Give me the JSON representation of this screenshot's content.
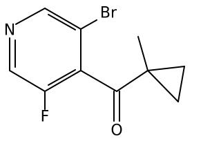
{
  "colors": {
    "bond": "#000000",
    "label": "#000000",
    "background": "#ffffff"
  },
  "atoms": {
    "nitrogen": "N",
    "bromine": "Br",
    "fluorine": "F",
    "oxygen": "O"
  }
}
